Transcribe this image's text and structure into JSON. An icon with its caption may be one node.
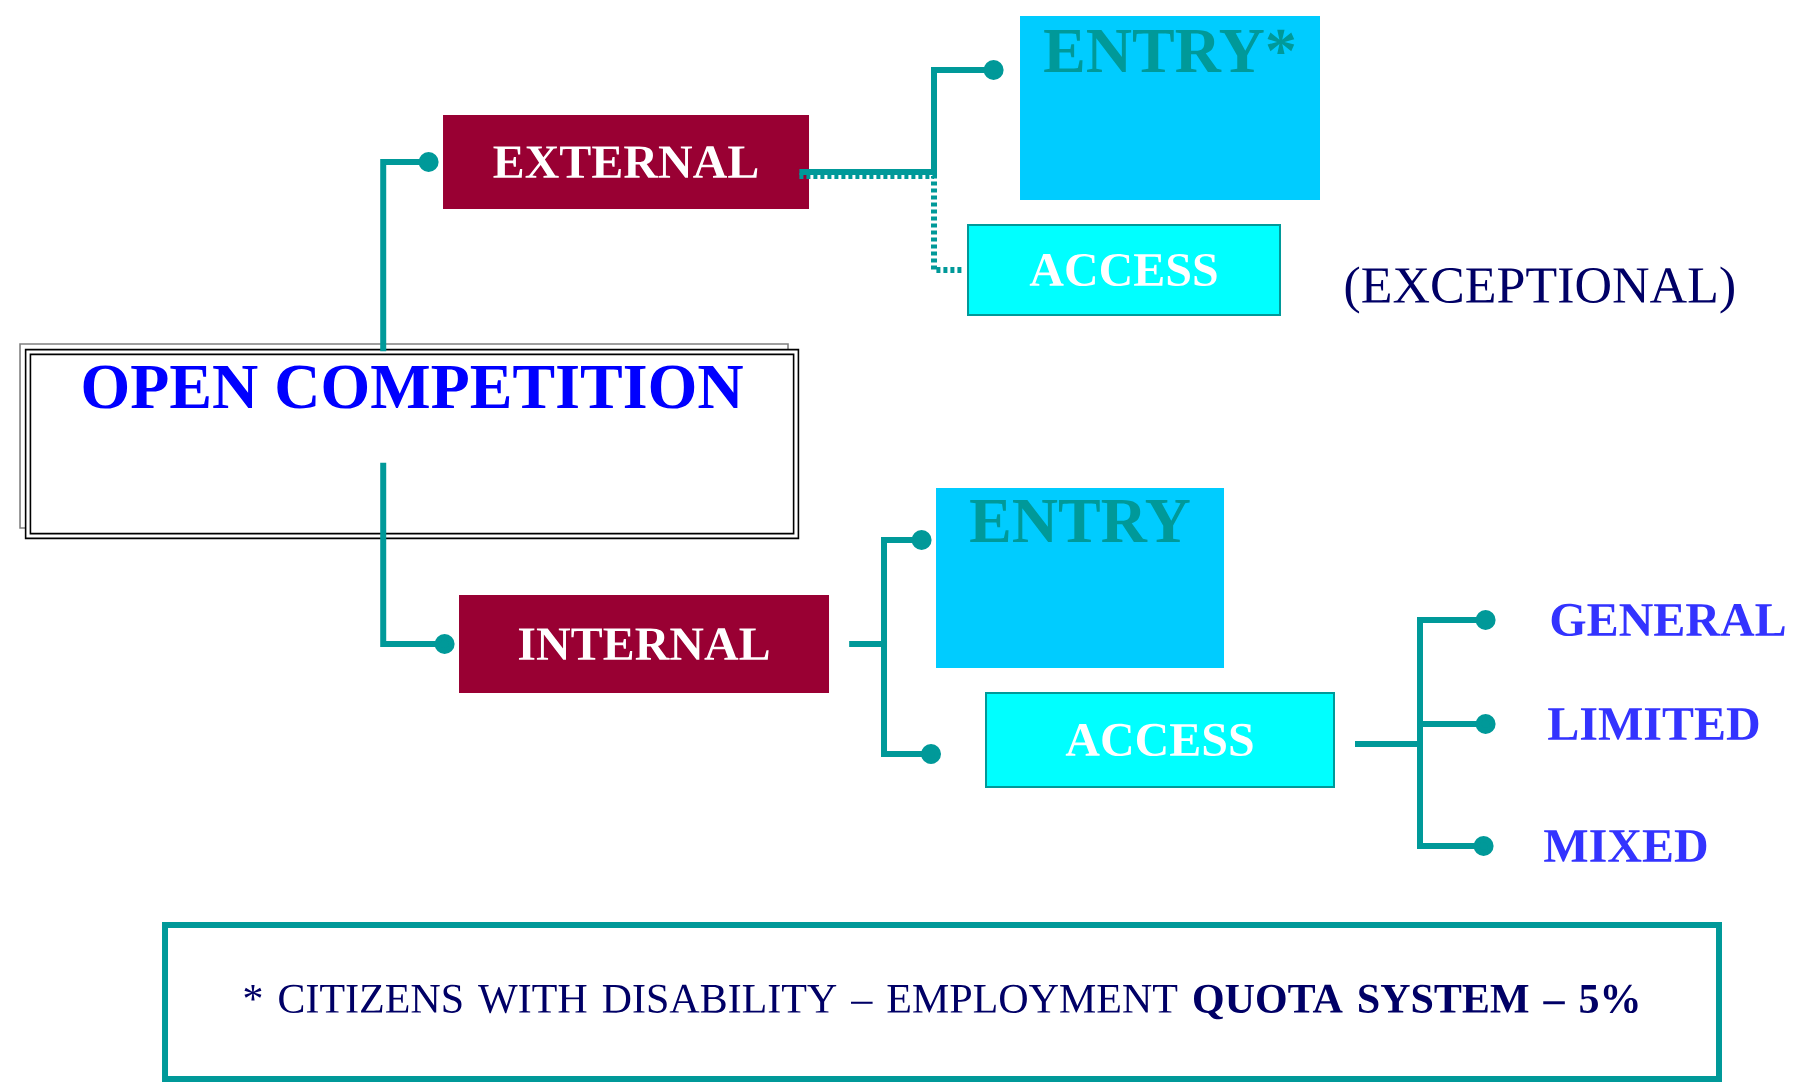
{
  "diagram": {
    "nodes": [
      {
        "text": [
          "OPEN COMPETITION"
        ]
      },
      {
        "text": [
          "EXTERNAL"
        ]
      },
      {
        "text": [
          "ENTRY*"
        ]
      },
      {
        "text": [
          "ACCESS"
        ],
        "beside": [
          "(EXCEPTIONAL)"
        ]
      },
      {
        "text": [
          "INTERNAL"
        ]
      },
      {
        "text": [
          "ENTRY"
        ]
      },
      {
        "text": [
          "ACCESS"
        ]
      },
      {
        "text": [
          "GENERAL"
        ]
      },
      {
        "text": [
          "LIMITED"
        ]
      },
      {
        "text": [
          "MIXED"
        ]
      },
      {
        "text": [
          "* CITIZENS WITH DISABILITY – EMPLOYMENT **QUOTA SYSTEM – 5%**"
        ]
      }
    ],
    "edges": [
      {
        "from": 0,
        "to": 1,
        "arrow": "other"
      },
      {
        "from": 1,
        "to": 2,
        "arrow": "other"
      },
      {
        "from": 1,
        "to": 3,
        "arrow": "none",
        "style": "dashed"
      },
      {
        "from": 0,
        "to": 4,
        "arrow": "other"
      },
      {
        "from": 4,
        "to": 5,
        "arrow": "other"
      },
      {
        "from": 4,
        "to": 6,
        "arrow": "other"
      },
      {
        "from": 6,
        "to": 7,
        "arrow": "other"
      },
      {
        "from": 6,
        "to": 8,
        "arrow": "other"
      },
      {
        "from": 6,
        "to": 9,
        "arrow": "other"
      }
    ]
  }
}
